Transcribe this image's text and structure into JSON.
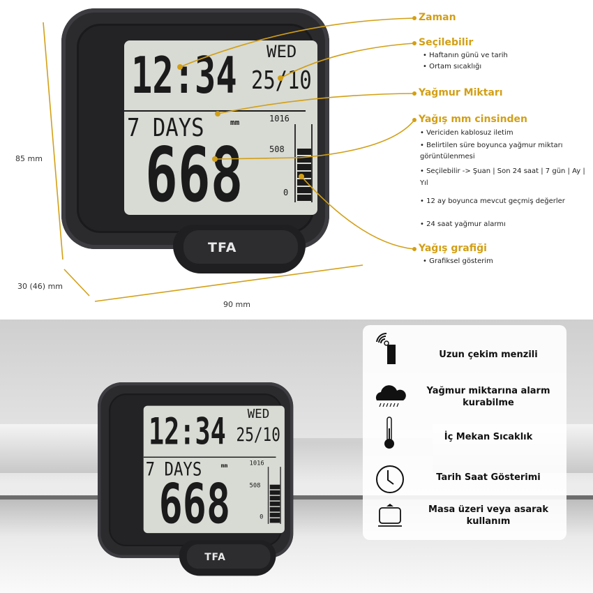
{
  "device": {
    "time": "12:34",
    "day": "WED",
    "date": "25/10",
    "mode": "7 DAYS",
    "unit": "mm",
    "scale_max": "1016",
    "scale_mid": "508",
    "scale_min": "0",
    "value": "668",
    "logo": "TFA",
    "graph_fill": 0.72
  },
  "callouts": [
    {
      "title": "Zaman",
      "bullets": []
    },
    {
      "title": "Seçilebilir",
      "bullets": [
        "Haftanın günü ve tarih",
        "Ortam sıcaklığı"
      ]
    },
    {
      "title": "Yağmur Miktarı",
      "bullets": []
    },
    {
      "title": "Yağış mm cinsinden",
      "bullets": [
        "Vericiden kablosuz iletim",
        "Belirtilen süre boyunca yağmur miktarı görüntülenmesi",
        "Seçilebilir -> Şuan | Son 24 saat | 7 gün | Ay | Yıl",
        "12 ay boyunca mevcut geçmiş değerler",
        "24 saat yağmur alarmı"
      ]
    },
    {
      "title": "Yağış grafiği",
      "bullets": [
        "Grafiksel gösterim"
      ]
    }
  ],
  "dimensions": {
    "height": "85 mm",
    "depth": "30 (46) mm",
    "width": "90 mm"
  },
  "features": [
    {
      "icon": "wireless-sensor-icon",
      "label": "Uzun çekim menzili"
    },
    {
      "icon": "rain-cloud-icon",
      "label": "Yağmur miktarına alarm kurabilme"
    },
    {
      "icon": "thermometer-icon",
      "label": "İç Mekan Sıcaklık"
    },
    {
      "icon": "clock-icon",
      "label": "Tarih Saat Gösterimi"
    },
    {
      "icon": "table-wall-mount-icon",
      "label": "Masa üzeri veya asarak kullanım"
    }
  ],
  "colors": {
    "accent": "#d29f16",
    "device": "#2b2b2e",
    "lcd": "#d8dbd4"
  }
}
